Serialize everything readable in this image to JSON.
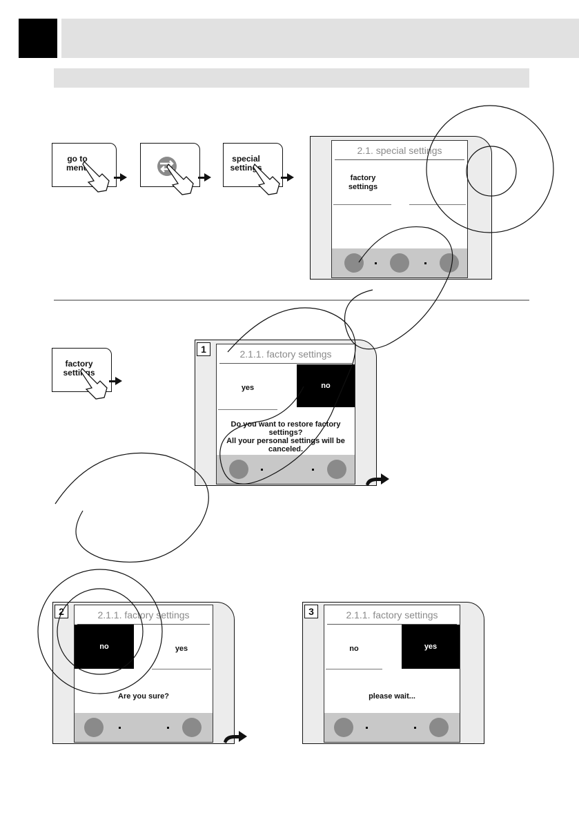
{
  "header": {
    "block_color": "#000000",
    "bar_color": "#e1e1e1"
  },
  "keys": {
    "go_to_menu": "go to\nmenu",
    "special_settings": "special\nsettings",
    "factory_settings": "factory\nsettings"
  },
  "screen_special": {
    "title": "2.1. special settings",
    "item": "factory\nsettings"
  },
  "screen_step1": {
    "step": "1",
    "title": "2.1.1. factory settings",
    "yes": "yes",
    "no": "no",
    "message": "Do you want to restore factory settings?\nAll your personal settings will be\ncanceled."
  },
  "screen_step2": {
    "step": "2",
    "title": "2.1.1. factory settings",
    "no": "no",
    "yes": "yes",
    "message": "Are you sure?"
  },
  "screen_step3": {
    "step": "3",
    "title": "2.1.1. factory settings",
    "no": "no",
    "yes": "yes",
    "message": "please wait..."
  },
  "icons": [
    "hand-pointer-icon",
    "double-chevron-left-icon",
    "swap-arrows-icon",
    "arrow-left-icon",
    "arrow-right-icon",
    "watermark-logo"
  ]
}
